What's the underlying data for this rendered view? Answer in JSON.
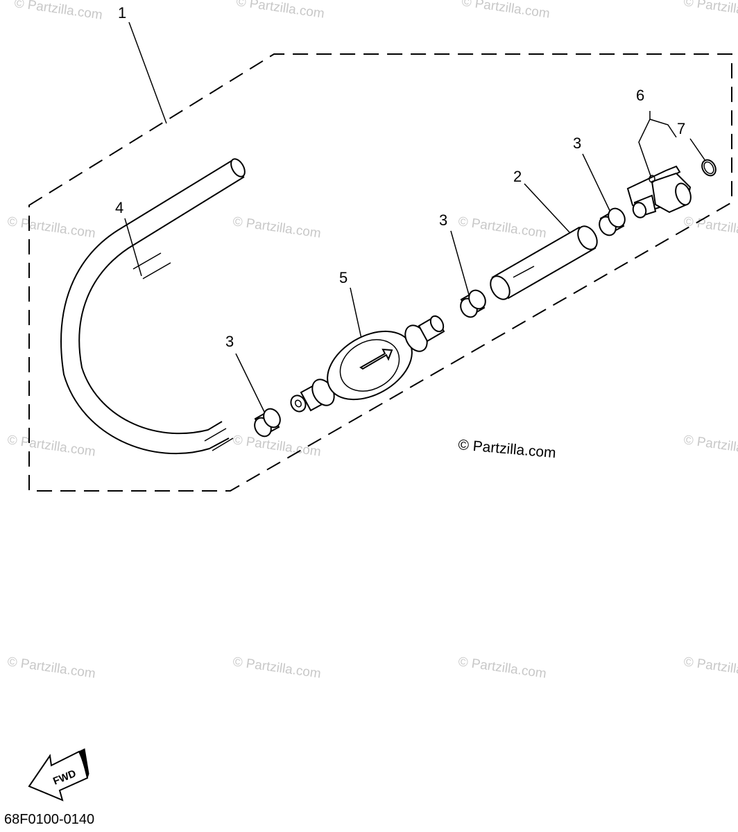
{
  "watermark": "© Partzilla.com",
  "copyright": "© Partzilla.com",
  "diagram_code": "68F0100-0140",
  "fwd_label": "FWD",
  "callouts": {
    "c1": "1",
    "c2": "2",
    "c3a": "3",
    "c3b": "3",
    "c3c": "3",
    "c4": "4",
    "c5": "5",
    "c6": "6",
    "c7": "7"
  }
}
